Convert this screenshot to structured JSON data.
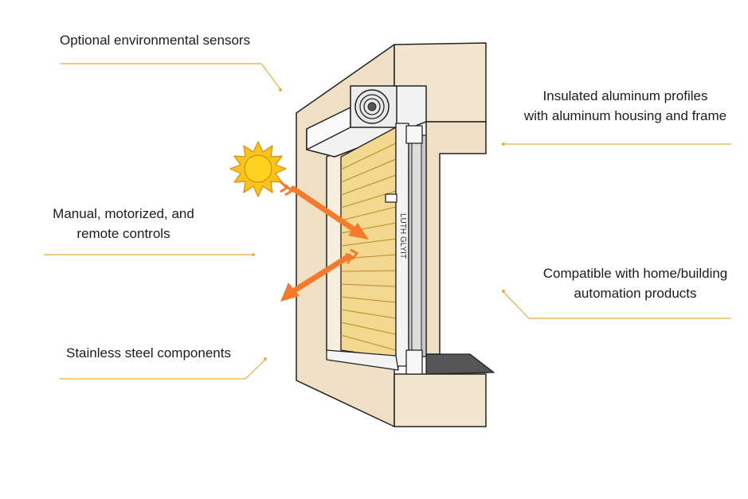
{
  "labels": {
    "sensors": "Optional environmental sensors",
    "controls_line1": "Manual, motorized, and",
    "controls_line2": "remote controls",
    "steel": "Stainless steel components",
    "insulated_line1": "Insulated aluminum profiles",
    "insulated_line2": "with aluminum housing and frame",
    "automation_line1": "Compatible with home/building",
    "automation_line2": "automation products"
  },
  "frame_text": "LUTH GLYIT",
  "colors": {
    "leader": "#e3b13e",
    "wall": "#efdfc4",
    "slats": "#f3d98f",
    "arrow": "#f47b2c",
    "sun": "#f7c51b",
    "glass": "#c9c9c9",
    "sill": "#555555"
  }
}
